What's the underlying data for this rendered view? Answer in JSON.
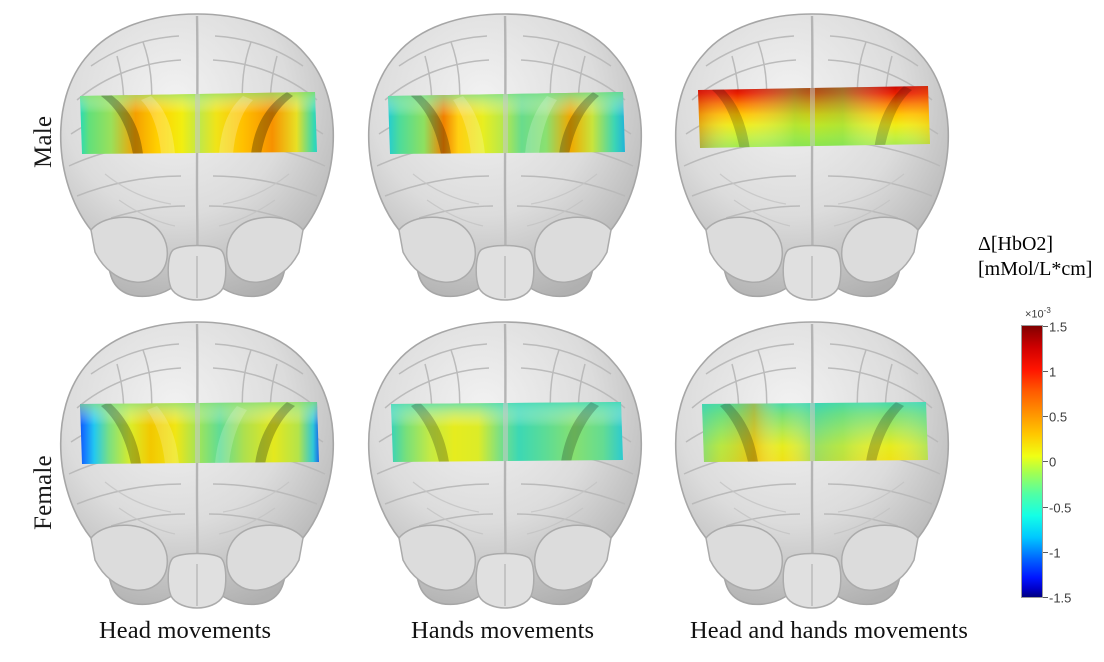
{
  "figure": {
    "type": "brain-activation-map-grid",
    "rows": [
      "Male",
      "Female"
    ],
    "columns": [
      "Head movements",
      "Hands movements",
      "Head and hands movements"
    ]
  },
  "row_labels": {
    "male": "Male",
    "female": "Female"
  },
  "column_labels": {
    "head": "Head movements",
    "hands": "Hands movements",
    "head_and_hands": "Head and hands movements"
  },
  "legend": {
    "title_line1": "Δ[HbO2]",
    "title_line2": "[mMol/L*cm]",
    "multiplier_prefix": "×10",
    "multiplier_exponent": "-3",
    "colormap": "jet",
    "vmin": -1.5,
    "vmax": 1.5,
    "ticks": [
      "1.5",
      "1",
      "0.5",
      "0",
      "-0.5",
      "-1",
      "-1.5"
    ],
    "tick_values": [
      1.5,
      1,
      0.5,
      0,
      -0.5,
      -1,
      -1.5
    ]
  },
  "colors": {
    "colorbar_max": "#800000",
    "colorbar_high": "#ff0000",
    "colorbar_mid_high": "#ffc800",
    "colorbar_mid": "#7cff7c",
    "colorbar_mid_low": "#00e0ff",
    "colorbar_low": "#0000ff",
    "colorbar_min": "#000080",
    "brain_surface": "#d8d8d8",
    "brain_shadow": "#9a9a9a",
    "background": "#ffffff",
    "text": "#000000"
  },
  "chart_data": {
    "type": "heatmap",
    "title": "",
    "xlabel": "",
    "ylabel": "",
    "colorbar_label": "Δ[HbO2] [mMol/L*cm]",
    "colormap": "jet",
    "units_multiplier": 0.001,
    "clim": [
      -1.5,
      1.5
    ],
    "row_categories": [
      "Male",
      "Female"
    ],
    "column_categories": [
      "Head movements",
      "Hands movements",
      "Head and hands movements"
    ],
    "panels": [
      {
        "row": "Male",
        "column": "Head movements",
        "region": "prefrontal cortex band",
        "peak_value": 0.75,
        "mean_value": 0.4,
        "min_value": -0.45,
        "description": "Moderate bilateral activation; orange-yellow peaks over left and right lateral prefrontal cortex, cyan edges at lateral margins."
      },
      {
        "row": "Male",
        "column": "Hands movements",
        "region": "prefrontal cortex band",
        "peak_value": 0.65,
        "mean_value": 0.2,
        "min_value": -0.5,
        "description": "Mostly green-yellow band with a focal orange spot in the left hemisphere; cyan at both lateral edges."
      },
      {
        "row": "Male",
        "column": "Head and hands movements",
        "region": "prefrontal cortex band",
        "peak_value": 1.4,
        "mean_value": 0.7,
        "min_value": 0.05,
        "description": "Strongest activation of the grid; dark red to orange along the superior edge of the band grading to yellow and green inferiorly."
      },
      {
        "row": "Female",
        "column": "Head movements",
        "region": "prefrontal cortex band",
        "peak_value": 0.6,
        "mean_value": 0.25,
        "min_value": -1.2,
        "description": "Yellow-green band with strong blue negative responses at the far lateral edges, deepest blue at right lateral margin."
      },
      {
        "row": "Female",
        "column": "Hands movements",
        "region": "prefrontal cortex band",
        "peak_value": 0.4,
        "mean_value": 0.1,
        "min_value": -0.4,
        "description": "Weakest activation; predominantly green to cyan across both hemispheres with a small yellow patch on the left."
      },
      {
        "row": "Female",
        "column": "Head and hands movements",
        "region": "prefrontal cortex band",
        "peak_value": 0.8,
        "mean_value": 0.3,
        "min_value": -0.35,
        "description": "Green superiorly grading to yellow inferiorly with a focal orange patch in the left hemisphere."
      }
    ]
  }
}
